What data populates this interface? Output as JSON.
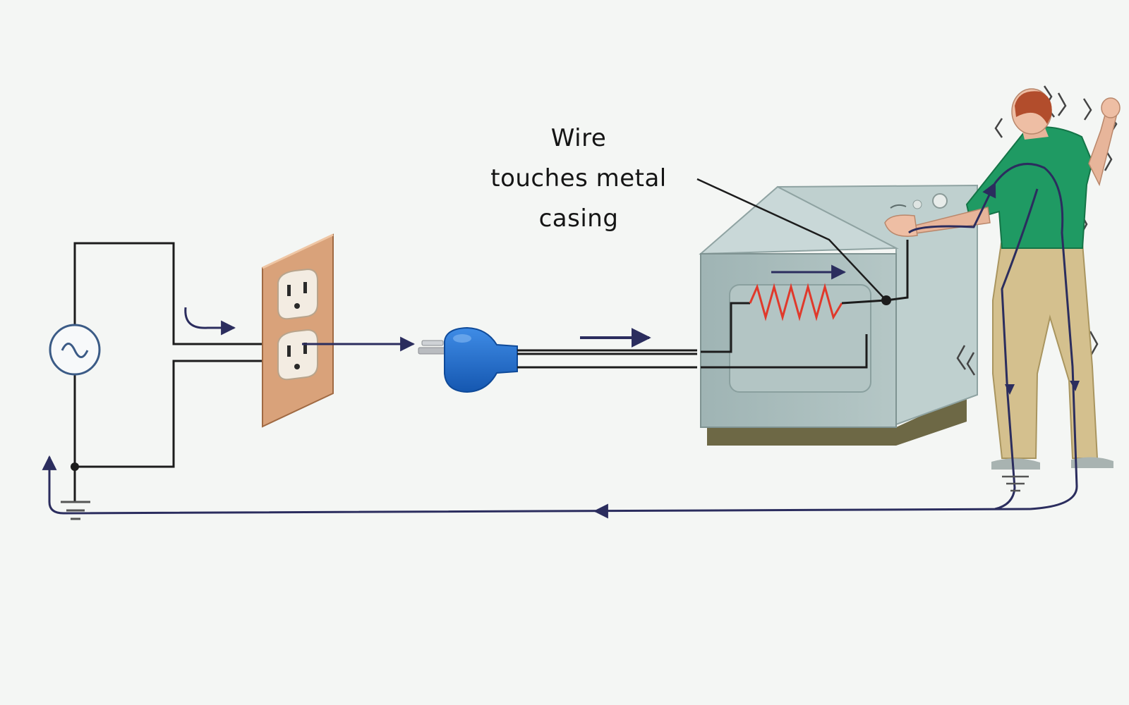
{
  "callout": {
    "lines": [
      "Wire",
      "touches metal",
      "casing"
    ]
  },
  "colors": {
    "background": "#f4f6f4",
    "circuit_wire": "#1c1c1c",
    "current_arrow": "#2b2d5e",
    "outlet_plate": "#d9a27a",
    "plug": "#1f6fd0",
    "appliance_body": "#a9bcbc",
    "heating_element": "#e0392b",
    "shirt": "#1f9a63",
    "trousers": "#d4c08e"
  },
  "icons": {
    "source": "ac-source-icon",
    "ground": "ground-symbol-icon",
    "outlet": "wall-outlet-icon",
    "plug": "plug-icon",
    "appliance": "appliance-icon",
    "person": "shocked-person-icon"
  }
}
